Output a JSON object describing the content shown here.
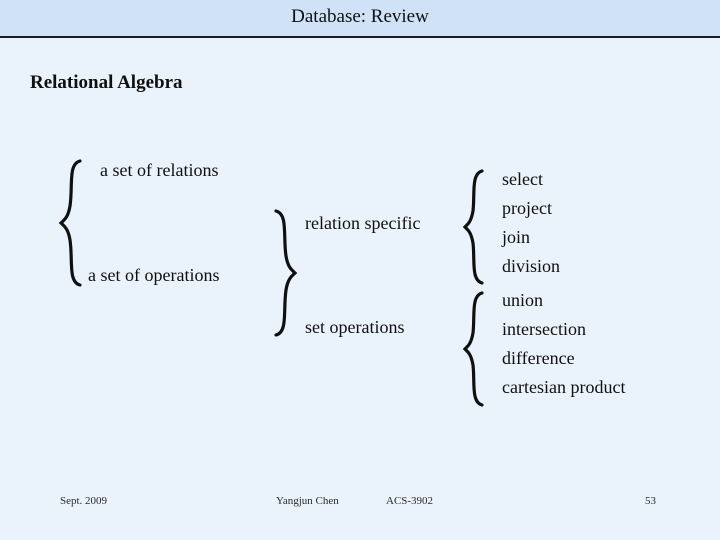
{
  "slide": {
    "title": "Database: Review",
    "heading": "Relational Algebra",
    "diagram": {
      "set_of_relations": "a set of relations",
      "set_of_operations": "a set of operations",
      "relation_specific": "relation specific",
      "set_operations": "set operations",
      "relation_specific_ops": [
        "select",
        "project",
        "join",
        "division"
      ],
      "set_ops": [
        "union",
        "intersection",
        "difference",
        "cartesian product"
      ]
    },
    "footer": {
      "date": "Sept. 2009",
      "author": "Yangjun Chen",
      "course": "ACS-3902",
      "page": "53"
    },
    "colors": {
      "background": "#eaf2fb",
      "title_bar": "#cfe2f7",
      "text": "#101010"
    }
  }
}
